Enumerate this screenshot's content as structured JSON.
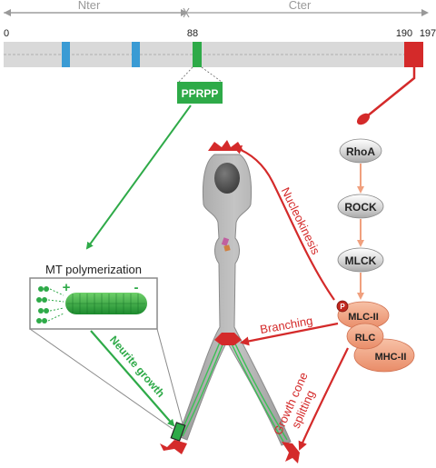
{
  "domains": {
    "nter": "Nter",
    "cter": "Cter"
  },
  "positions": {
    "p0": "0",
    "p88": "88",
    "p190": "190",
    "p197": "197"
  },
  "motif": "PPRPP",
  "mt_polymerization": "MT polymerization",
  "neurite_growth": "Neurite growth",
  "nucleokinesis": "Nucleokinesis",
  "branching": "Branching",
  "growth_cone": {
    "line1": "Growth cone",
    "line2": "splitting"
  },
  "pathway": {
    "rhoa": "RhoA",
    "rock": "ROCK",
    "mlck": "MLCK",
    "mlc2": "MLC-II",
    "rlc": "RLC",
    "mhc2": "MHC-II",
    "phospho": "P"
  },
  "signs": {
    "plus": "+",
    "minus": "-"
  },
  "colors": {
    "green": "#2eaa48",
    "red": "#d42a2a",
    "blue": "#3a9bd4",
    "grey_bar": "#d8d8d8",
    "salmon": "#f0a07e"
  }
}
